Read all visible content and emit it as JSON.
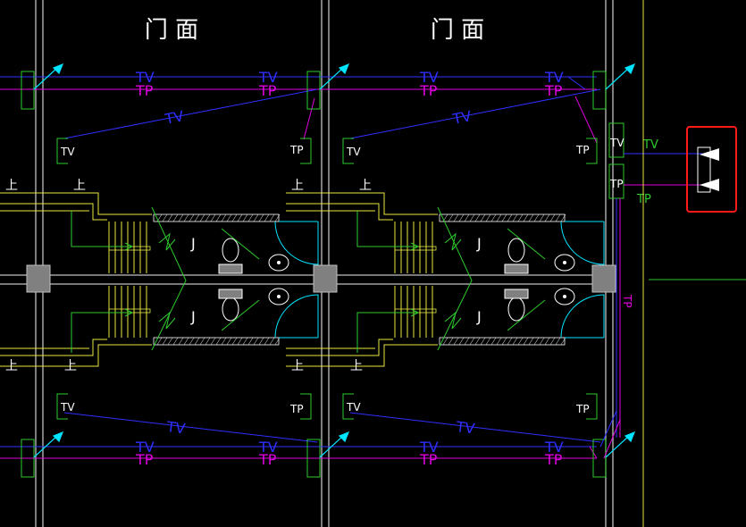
{
  "drawing": {
    "facade_label": "门 面",
    "stair_mark": "上",
    "tv": "TV",
    "tp": "TP",
    "tv_box_label": "TV",
    "tp_box_label": "TP",
    "tv_riser_label": "TV",
    "tp_riser_label": "TP",
    "tv_out_label": "TV",
    "tp_out_label": "TP",
    "vert_riser_label": "TP",
    "direction_mark": "J"
  },
  "colors": {
    "background": "#000000",
    "wall": "#c0c0c0",
    "tv_line": "#2f2fff",
    "tp_line": "#e000e0",
    "green": "#2ecc2e",
    "cyan": "#00e5ff",
    "yellow": "#e8e840",
    "white": "#ffffff",
    "highlight": "#ff1a1a",
    "column": "#808080"
  },
  "icons": [
    "antenna-icon",
    "outlet-box-icon",
    "toilet-icon",
    "washbasin-icon",
    "door-swing-icon",
    "terminal-triangle-icon"
  ]
}
